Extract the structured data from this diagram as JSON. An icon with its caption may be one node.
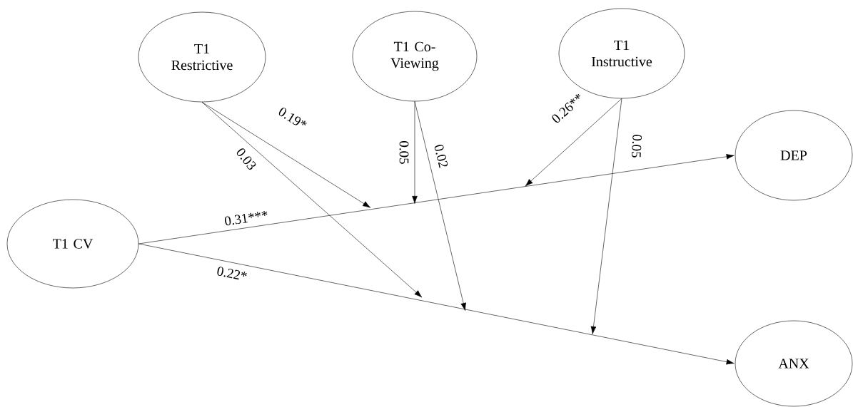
{
  "diagram": {
    "nodes": [
      {
        "text": [
          "T1 Restrictive"
        ]
      },
      {
        "text": [
          "T1 Co-Viewing"
        ]
      },
      {
        "text": [
          "T1 Instructive"
        ]
      },
      {
        "text": [
          "DEP"
        ]
      },
      {
        "text": [
          "T1 CV"
        ]
      },
      {
        "text": [
          "ANX"
        ]
      }
    ],
    "edges": [
      {
        "from": 4,
        "to": 3,
        "arrow": "to",
        "label": "0.31***"
      },
      {
        "from": 4,
        "to": 5,
        "arrow": "to",
        "label": "0.22*"
      },
      {
        "from": 0,
        "to": null,
        "arrow": "to",
        "label": "0.19*"
      },
      {
        "from": 0,
        "to": null,
        "arrow": "to",
        "label": "0.03"
      },
      {
        "from": 1,
        "to": null,
        "arrow": "to",
        "label": "0.05"
      },
      {
        "from": 1,
        "to": null,
        "arrow": "to",
        "label": "0.02"
      },
      {
        "from": 2,
        "to": null,
        "arrow": "to",
        "label": "0.26**"
      },
      {
        "from": 2,
        "to": null,
        "arrow": "to",
        "label": "0.05"
      }
    ]
  }
}
